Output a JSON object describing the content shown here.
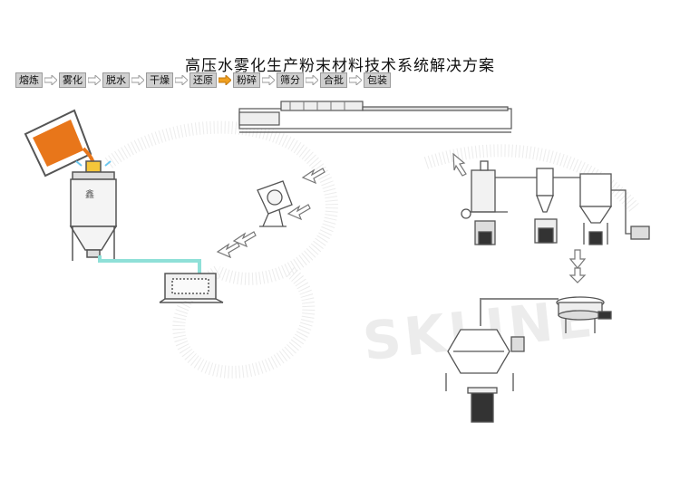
{
  "title": "高压水雾化生产粉末材料技术系统解决方案",
  "steps": [
    {
      "label": "熔炼",
      "highlight": false
    },
    {
      "label": "雾化",
      "highlight": false
    },
    {
      "label": "脱水",
      "highlight": false
    },
    {
      "label": "干燥",
      "highlight": false
    },
    {
      "label": "还原",
      "highlight": true
    },
    {
      "label": "粉碎",
      "highlight": false
    },
    {
      "label": "筛分",
      "highlight": false
    },
    {
      "label": "合批",
      "highlight": false
    },
    {
      "label": "包装",
      "highlight": false
    }
  ],
  "watermark": "SKLINE",
  "colors": {
    "arrow_default": "#9a9a9a",
    "arrow_highlight": "#f0a020",
    "molten": "#e8761a",
    "pipe": "#8fe0d8",
    "line": "#555555"
  }
}
